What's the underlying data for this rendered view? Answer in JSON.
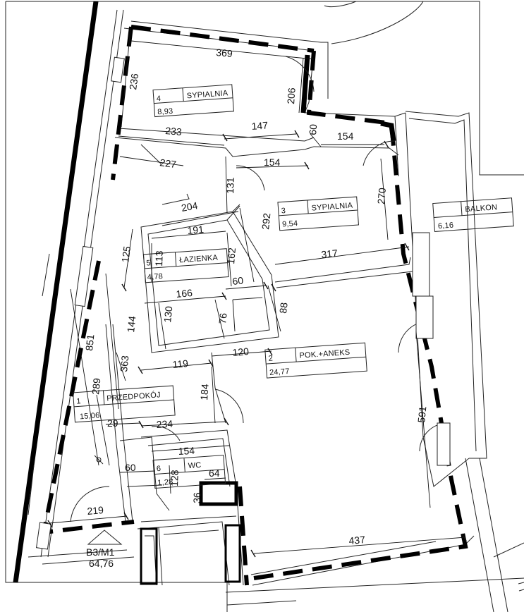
{
  "rooms": [
    {
      "number": "4",
      "name": "SYPIALNIA",
      "area": "8,93"
    },
    {
      "number": "3",
      "name": "SYPIALNIA",
      "area": "9,54"
    },
    {
      "number": "5",
      "name": "ŁAZIENKA",
      "area": "4,78"
    },
    {
      "number": "2",
      "name": "POK.+ANEKS",
      "area": "24,77"
    },
    {
      "number": "1",
      "name": "PRZEDPOKÓJ",
      "area": "15,06"
    },
    {
      "number": "6",
      "name": "WC",
      "area": "1,28"
    },
    {
      "number": "",
      "name": "BALKON",
      "area": "6,16"
    }
  ],
  "unit": {
    "code": "B3/M1",
    "area": "64,76"
  },
  "dimensions": {
    "d369": "369",
    "d236": "236",
    "d206": "206",
    "d233": "233",
    "d147": "147",
    "d60a": "60",
    "d154a": "154",
    "d227": "227",
    "d154b": "154",
    "d131": "131",
    "d270": "270",
    "d204": "204",
    "d191": "191",
    "d292": "292",
    "d125": "125",
    "d113": "113",
    "d162": "162",
    "d317": "317",
    "d166": "166",
    "d60b": "60",
    "d130": "130",
    "d76": "76",
    "d88": "88",
    "d144": "144",
    "d851": "851",
    "d363": "363",
    "d289": "289",
    "d119": "119",
    "d120": "120",
    "d184": "184",
    "d591": "591",
    "d29": "29",
    "d234": "234",
    "d154c": "154",
    "d60c": "60",
    "d64": "64",
    "d128": "128",
    "d36": "36",
    "d219": "219",
    "d437": "437"
  }
}
